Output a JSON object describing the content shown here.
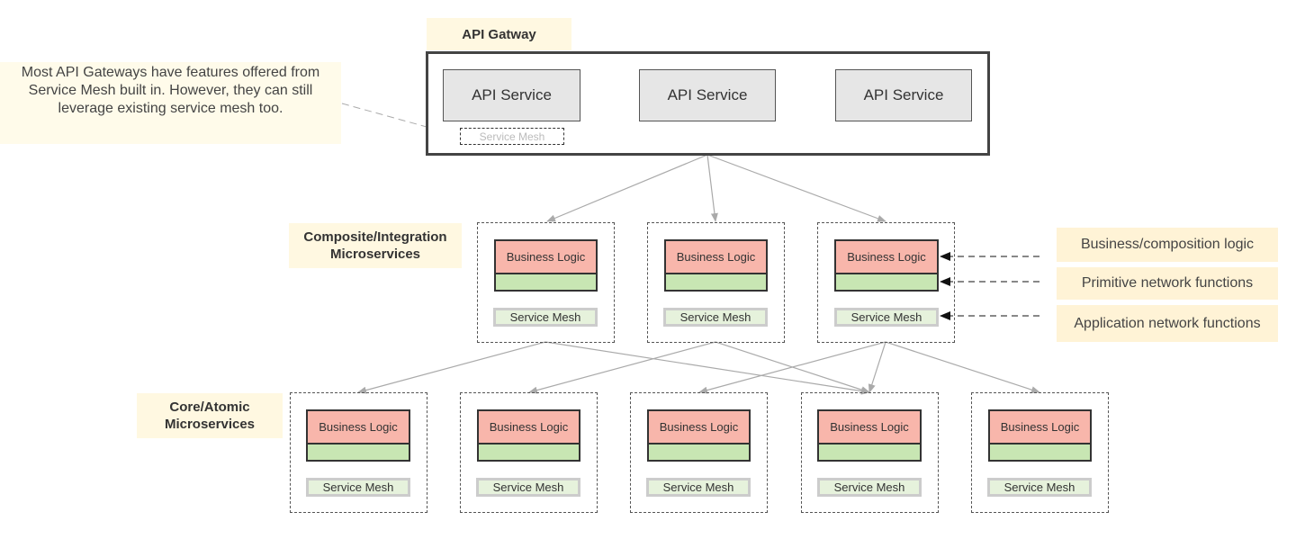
{
  "gateway": {
    "title": "API Gatway",
    "services": [
      "API Service",
      "API Service",
      "API Service"
    ],
    "mesh_label": "Service Mesh"
  },
  "note": {
    "text": "Most API Gateways have features offered from Service Mesh built in. However, they can still leverage existing service mesh too."
  },
  "composite": {
    "label": "Composite/Integration Microservices",
    "services": [
      {
        "business_logic": "Business Logic",
        "mesh": "Service Mesh"
      },
      {
        "business_logic": "Business Logic",
        "mesh": "Service Mesh"
      },
      {
        "business_logic": "Business Logic",
        "mesh": "Service Mesh"
      }
    ]
  },
  "core": {
    "label": "Core/Atomic Microservices",
    "services": [
      {
        "business_logic": "Business Logic",
        "mesh": "Service Mesh"
      },
      {
        "business_logic": "Business Logic",
        "mesh": "Service Mesh"
      },
      {
        "business_logic": "Business Logic",
        "mesh": "Service Mesh"
      },
      {
        "business_logic": "Business Logic",
        "mesh": "Service Mesh"
      },
      {
        "business_logic": "Business Logic",
        "mesh": "Service Mesh"
      }
    ]
  },
  "legend": [
    "Business/composition logic",
    "Primitive network functions",
    "Application network functions"
  ],
  "colors": {
    "business_logic": "#f8b6ab",
    "primitive": "#c8e6b3",
    "mesh": "#e6f2dc",
    "label_bg": "#fff8e1",
    "connector": "#aaaaaa"
  }
}
